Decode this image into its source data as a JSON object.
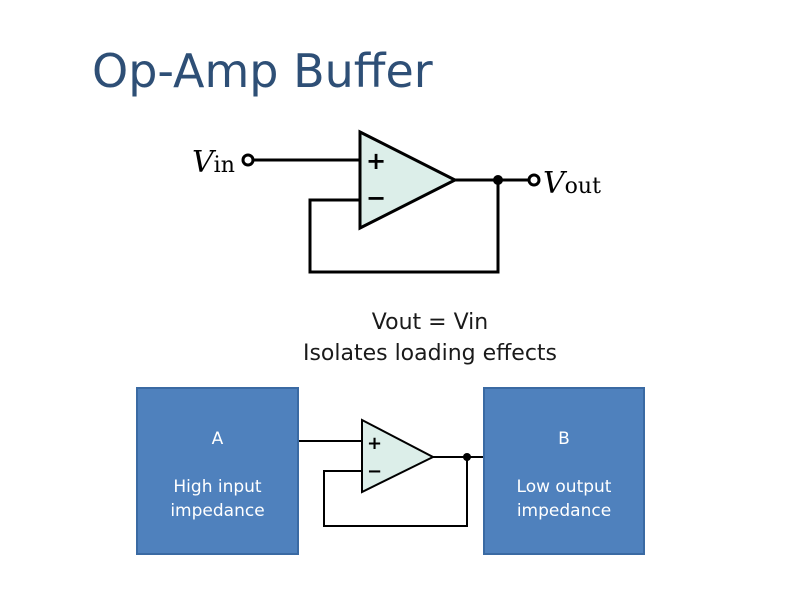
{
  "slide": {
    "title": "Op-Amp Buffer"
  },
  "schematic": {
    "input_label_main": "V",
    "input_label_sub": "in",
    "output_label_main": "V",
    "output_label_sub": "out",
    "plus_sign": "+",
    "minus_sign": "−"
  },
  "description": {
    "equation": "Vout = Vin",
    "note": "Isolates loading effects"
  },
  "block_diagram": {
    "box_a": {
      "label": "A",
      "description": "High input\nimpedance"
    },
    "box_b": {
      "label": "B",
      "description": "Low output\nimpedance"
    },
    "plus_sign": "+",
    "minus_sign": "−"
  },
  "colors": {
    "title": "#2e4f76",
    "box_fill": "#4f81bd",
    "opamp_fill": "#dceee9"
  }
}
